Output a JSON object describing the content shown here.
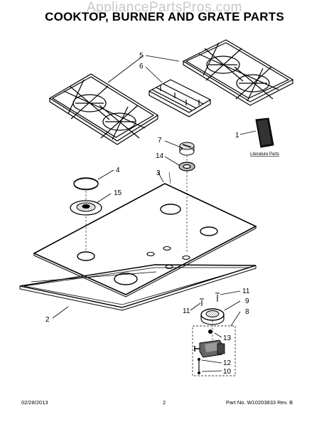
{
  "watermark": "AppliancePartsPros.com",
  "title": "COOKTOP, BURNER AND GRATE PARTS",
  "callouts": {
    "p1": "1",
    "p2": "2",
    "p3": "3",
    "p4": "4",
    "p5": "5",
    "p6": "6",
    "p7": "7",
    "p8": "8",
    "p9": "9",
    "p10": "10",
    "p11a": "11",
    "p11b": "11",
    "p12": "12",
    "p13": "13",
    "p14": "14",
    "p15": "15"
  },
  "literature_label": "Literature Parts",
  "footer": {
    "date": "02/28/2013",
    "page": "2",
    "part_no": "Part No.  W10203833  Rev. B"
  }
}
